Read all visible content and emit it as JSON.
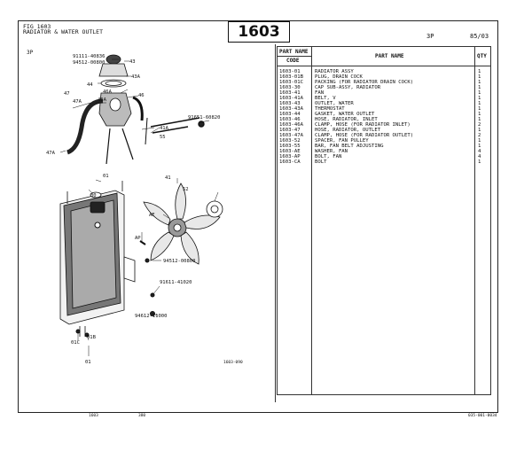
{
  "header": {
    "fig_line1": "FIG 1603",
    "fig_line2": "RADIATOR & WATER OUTLET",
    "fig_number": "1603",
    "page_code": "3P",
    "date": "85/03",
    "left_code": "3P"
  },
  "table": {
    "col_code_line1": "PART NAME",
    "col_code_line2": "CODE",
    "col_name": "PART NAME",
    "col_qty": "QTY",
    "rows": [
      {
        "code": "1603-01",
        "name": "RADIATOR ASSY",
        "qty": "1"
      },
      {
        "code": "1603-01B",
        "name": "PLUG, DRAIN COCK",
        "qty": "1"
      },
      {
        "code": "1603-01C",
        "name": "PACKING (FOR RADIATOR DRAIN COCK)",
        "qty": "1"
      },
      {
        "code": "1603-30",
        "name": "CAP SUB-ASSY, RADIATOR",
        "qty": "1"
      },
      {
        "code": "1603-41",
        "name": "FAN",
        "qty": "1"
      },
      {
        "code": "1603-41A",
        "name": "BELT, V",
        "qty": "1"
      },
      {
        "code": "1603-43",
        "name": "OUTLET, WATER",
        "qty": "1"
      },
      {
        "code": "1603-43A",
        "name": "THERMOSTAT",
        "qty": "1"
      },
      {
        "code": "1603-44",
        "name": "GASKET, WATER OUTLET",
        "qty": "1"
      },
      {
        "code": "1603-46",
        "name": "HOSE, RADIATOR, INLET",
        "qty": "1"
      },
      {
        "code": "1603-46A",
        "name": "CLAMP, HOSE (FOR RADIATOR INLET)",
        "qty": "2"
      },
      {
        "code": "1603-47",
        "name": "HOSE, RADIATOR, OUTLET",
        "qty": "1"
      },
      {
        "code": "1603-47A",
        "name": "CLAMP, HOSE (FOR RADIATOR OUTLET)",
        "qty": "2"
      },
      {
        "code": "1603-52",
        "name": "SPACER, FAN PULLEY",
        "qty": "1"
      },
      {
        "code": "1603-55",
        "name": "BAR, FAN BELT ADJUSTING",
        "qty": "1"
      },
      {
        "code": "1603-AE",
        "name": "WASHER, FAN",
        "qty": "4"
      },
      {
        "code": "1603-AP",
        "name": "BOLT, FAN",
        "qty": "4"
      },
      {
        "code": "1603-CA",
        "name": "BOLT",
        "qty": "1"
      }
    ]
  },
  "diagram": {
    "labels": {
      "l_91111": "91111-40836",
      "l_94512a": "94512-00800",
      "l_43": "43",
      "l_43a": "43A",
      "l_44": "44",
      "l_46a_top": "46A",
      "l_46": "46",
      "l_47": "47",
      "l_47a_top": "47A",
      "l_46a_mid": "46A",
      "l_41a": "41A",
      "l_47a_bot": "47A",
      "l_55": "55",
      "l_91651": "91651-60820",
      "l_01_top": "01",
      "l_30": "30",
      "l_41": "41",
      "l_52": "52",
      "l_ae": "AE",
      "l_ap": "AP",
      "l_94512b": "94512-00800",
      "l_91611": "91611-41020",
      "l_94612": "94612-11000",
      "l_01c": "01C",
      "l_01b": "01B",
      "l_01_bot": "01",
      "l_ref": "1603-090"
    }
  },
  "footer": {
    "left": "1603",
    "mid": "380",
    "right": "035-001-0034"
  }
}
